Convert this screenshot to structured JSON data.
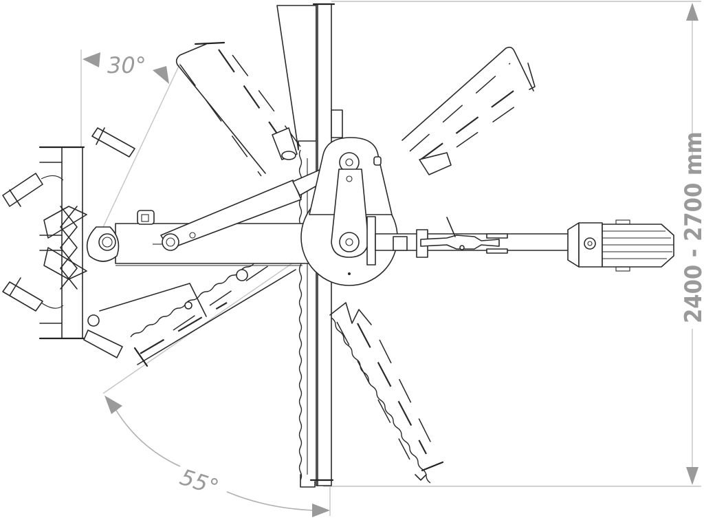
{
  "drawing": {
    "subject": "rotating mower/rake attachment top view",
    "line_color": "#2a2a2a",
    "dimension_color": "#9a9a9a",
    "background": "#ffffff"
  },
  "dimensions": {
    "angle_top": {
      "label": "30°",
      "value_deg": 30
    },
    "angle_bottom": {
      "label": "55°",
      "value_deg": 55
    },
    "width_range": {
      "label": "2400 - 2700 mm",
      "min_mm": 2400,
      "max_mm": 2700,
      "unit": "mm"
    }
  },
  "components": {
    "main_beam": "horizontal boom",
    "hub": "rotation disc with swing arm",
    "cylinder": "hydraulic cylinder",
    "drawbar": "hitch drawbar with turnbuckle",
    "tail_unit": "ribbed rear housing",
    "rotor_head": "left rotor frame",
    "blades": [
      "vertical cutter bar",
      "upper-left swung bar",
      "upper-right swung bar",
      "lower-right swung bar",
      "lower-left swung bar"
    ]
  }
}
